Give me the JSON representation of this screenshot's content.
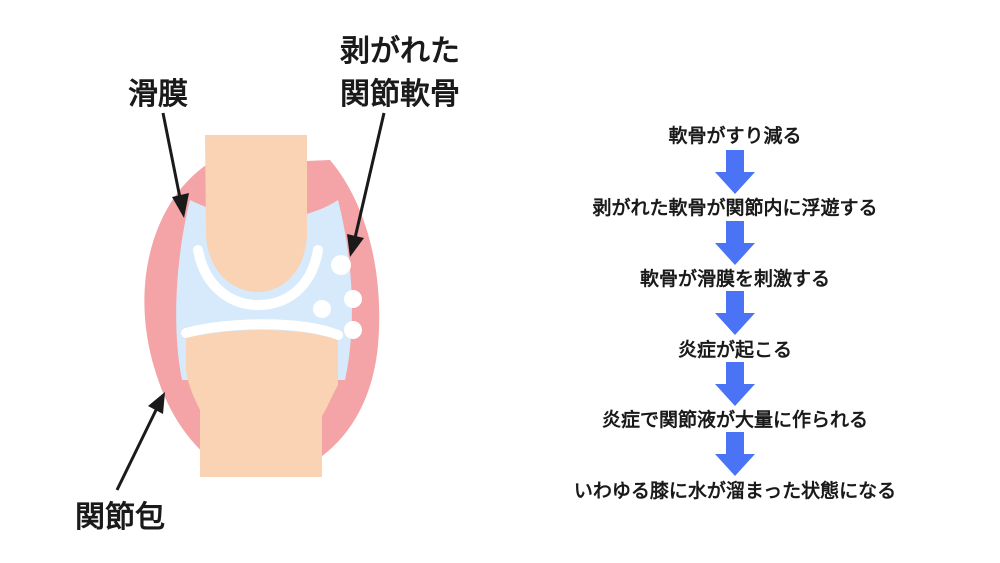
{
  "labels": {
    "synovium": "滑膜",
    "peeled_cartilage_line1": "剥がれた",
    "peeled_cartilage_line2": "関節軟骨",
    "capsule": "関節包"
  },
  "flow": {
    "steps": [
      "軟骨がすり減る",
      "剥がれた軟骨が関節内に浮遊する",
      "軟骨が滑膜を刺激する",
      "炎症が起こる",
      "炎症で関節液が大量に作られる",
      "いわゆる膝に水が溜まった状態になる"
    ]
  },
  "colors": {
    "capsule": "#f4a3a6",
    "fluid": "#d6eafb",
    "bone": "#f9d3b3",
    "cartilage": "#ffffff",
    "arrow": "#4a74f5",
    "text": "#1a1a1a"
  }
}
